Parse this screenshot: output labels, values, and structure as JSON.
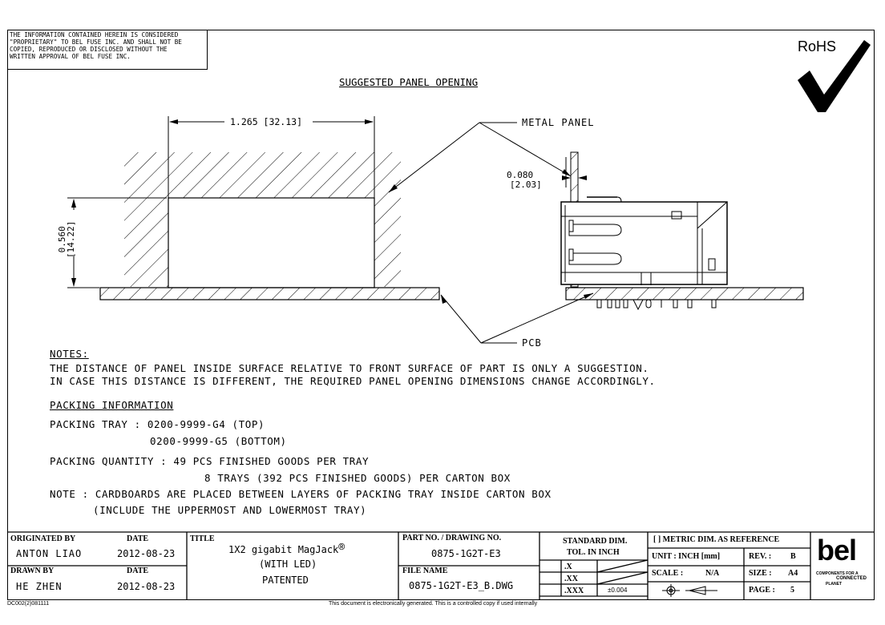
{
  "notice": [
    "THE INFORMATION CONTAINED HEREIN IS CONSIDERED",
    "\"PROPRIETARY\" TO BEL FUSE INC. AND SHALL NOT BE",
    "COPIED, REPRODUCED OR DISCLOSED WITHOUT THE",
    "WRITTEN APPROVAL OF BEL FUSE INC."
  ],
  "rohs": "RoHS",
  "drawing": {
    "title": "SUGGESTED PANEL OPENING",
    "dim_width": "1.265 [32.13]",
    "dim_height": "0.560\n[14.22]",
    "dim_panel_line1": "0.080",
    "dim_panel_line2": "[2.03]",
    "label_metal_panel": "METAL PANEL",
    "label_pcb": "PCB"
  },
  "notes": {
    "heading": "NOTES:",
    "line1": "THE DISTANCE OF PANEL INSIDE SURFACE RELATIVE TO FRONT SURFACE OF PART IS ONLY A SUGGESTION.",
    "line2": "IN CASE THIS DISTANCE IS DIFFERENT, THE REQUIRED PANEL OPENING DIMENSIONS CHANGE ACCORDINGLY.",
    "packing_heading": "PACKING INFORMATION",
    "tray1": "PACKING TRAY : 0200-9999-G4 (TOP)",
    "tray2": "0200-9999-G5 (BOTTOM)",
    "qty1": "PACKING QUANTITY : 49 PCS FINISHED GOODS PER TRAY",
    "qty2": "8 TRAYS (392 PCS FINISHED GOODS) PER CARTON BOX",
    "note1": "NOTE : CARDBOARDS ARE PLACED BETWEEN LAYERS OF PACKING TRAY INSIDE CARTON BOX",
    "note2": "(INCLUDE THE UPPERMOST AND LOWERMOST TRAY)"
  },
  "title_block": {
    "originated_by_label": "ORIGINATED BY",
    "originated_by": "ANTON LIAO",
    "date_label": "DATE",
    "originated_date": "2012-08-23",
    "drawn_by_label": "DRAWN BY",
    "drawn_by": "HE ZHEN",
    "drawn_date": "2012-08-23",
    "title_label": "TITLE",
    "title_line1": "1X2 gigabit MagJack",
    "title_reg": "®",
    "title_line2": "(WITH LED)",
    "title_line3": "PATENTED",
    "part_no_label": "PART NO. / DRAWING NO.",
    "part_no": "0875-1G2T-E3",
    "file_name_label": "FILE NAME",
    "file_name": "0875-1G2T-E3_B.DWG",
    "std_dim_label": "STANDARD DIM.",
    "tol_label": "TOL. IN INCH",
    "tol_x": ".X",
    "tol_xx": ".XX",
    "tol_xxx": ".XXX",
    "tol_xxx_value": "±0.004",
    "metric_ref": "[ ] METRIC DIM. AS REFERENCE",
    "unit_label": "UNIT : INCH [mm]",
    "rev_label": "REV. :",
    "rev": "B",
    "scale_label": "SCALE :",
    "scale": "N/A",
    "size_label": "SIZE :",
    "size": "A4",
    "page_label": "PAGE :",
    "page": "5",
    "logo": "bel",
    "logo_tag1": "COMPONENTS FOR A",
    "logo_tag2": "CONNECTED",
    "logo_tag3": "PLANET"
  },
  "footer": {
    "doc_code": "DC002(2)081111",
    "disclaimer": "This document is electronically generated. This is a controlled copy if used internally"
  }
}
